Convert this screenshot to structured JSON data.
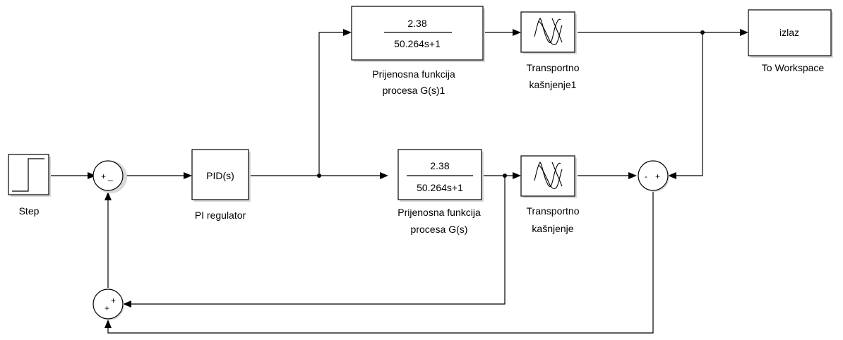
{
  "blocks": {
    "step": {
      "label": "Step"
    },
    "pi": {
      "content": "PID(s)",
      "label": "PI regulator"
    },
    "tf_bottom": {
      "numerator": "2.38",
      "denominator": "50.264s+1",
      "label_line1": "Prijenosna funkcija",
      "label_line2": "procesa G(s)"
    },
    "tf_top": {
      "numerator": "2.38",
      "denominator": "50.264s+1",
      "label_line1": "Prijenosna funkcija",
      "label_line2": "procesa G(s)1"
    },
    "delay_bottom": {
      "label_line1": "Transportno",
      "label_line2": "kašnjenje"
    },
    "delay_top": {
      "label_line1": "Transportno",
      "label_line2": "kašnjenje1"
    },
    "workspace": {
      "content": "izlaz",
      "label": "To Workspace"
    }
  },
  "sums": {
    "sum1": {
      "sign_a": "+",
      "sign_b": "_"
    },
    "sum2": {
      "sign_a": "-",
      "sign_b": "+"
    },
    "sum3": {
      "sign_a": "+",
      "sign_b": "+"
    }
  }
}
